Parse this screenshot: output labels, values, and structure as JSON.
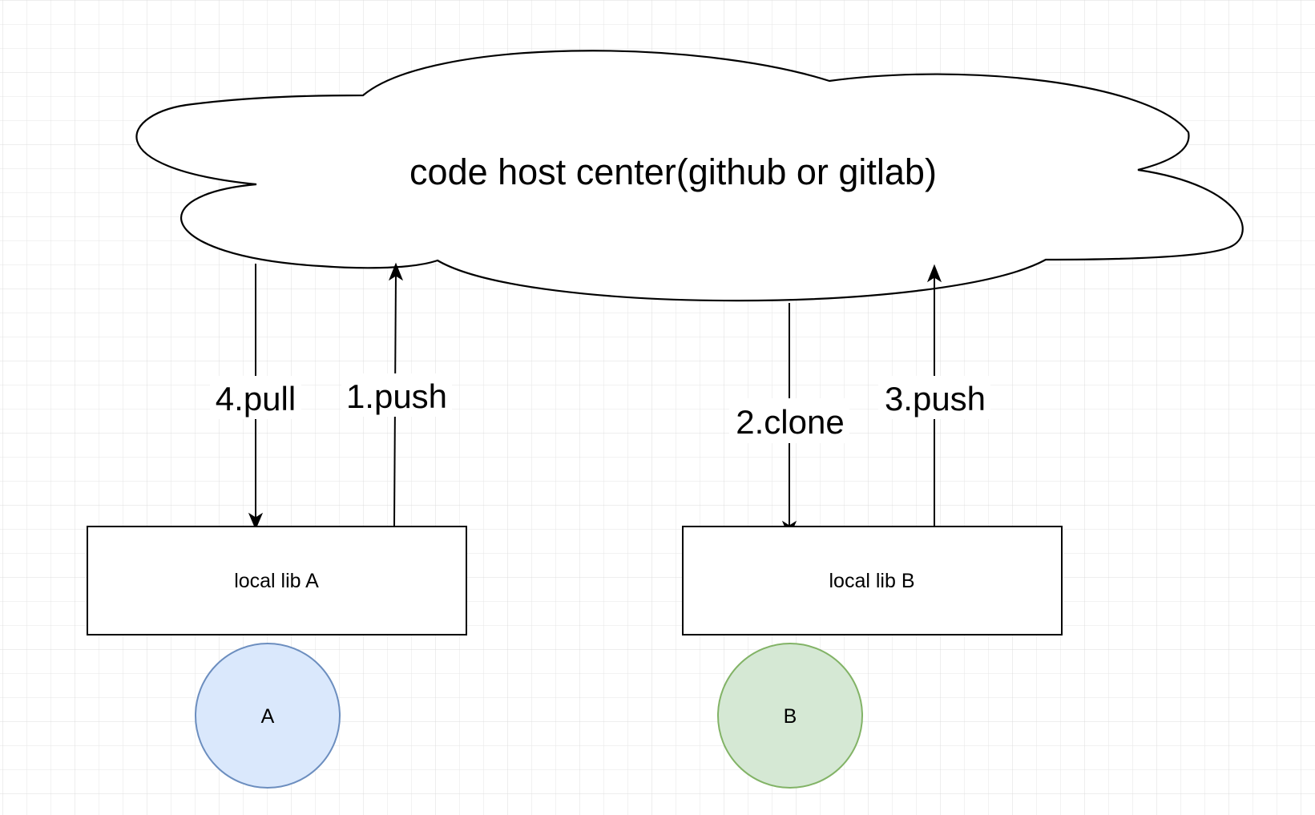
{
  "diagram": {
    "cloud": {
      "label": "code host center(github or gitlab)"
    },
    "boxes": [
      {
        "id": "box-a",
        "label": "local lib A"
      },
      {
        "id": "box-b",
        "label": "local lib B"
      }
    ],
    "actors": [
      {
        "id": "actor-a",
        "label": "A",
        "fill": "#dae8fc",
        "stroke": "#6c8ebf"
      },
      {
        "id": "actor-b",
        "label": "B",
        "fill": "#d5e8d4",
        "stroke": "#82b366"
      }
    ],
    "edges": [
      {
        "id": "edge-pull",
        "label": "4.pull",
        "from": "cloud",
        "to": "box-a"
      },
      {
        "id": "edge-push-1",
        "label": "1.push",
        "from": "box-a",
        "to": "cloud"
      },
      {
        "id": "edge-clone",
        "label": "2.clone",
        "from": "cloud",
        "to": "box-b"
      },
      {
        "id": "edge-push-3",
        "label": "3.push",
        "from": "box-b",
        "to": "cloud"
      }
    ],
    "colors": {
      "grid": "#e6e6e6",
      "stroke": "#000000",
      "background": "#ffffff"
    }
  }
}
